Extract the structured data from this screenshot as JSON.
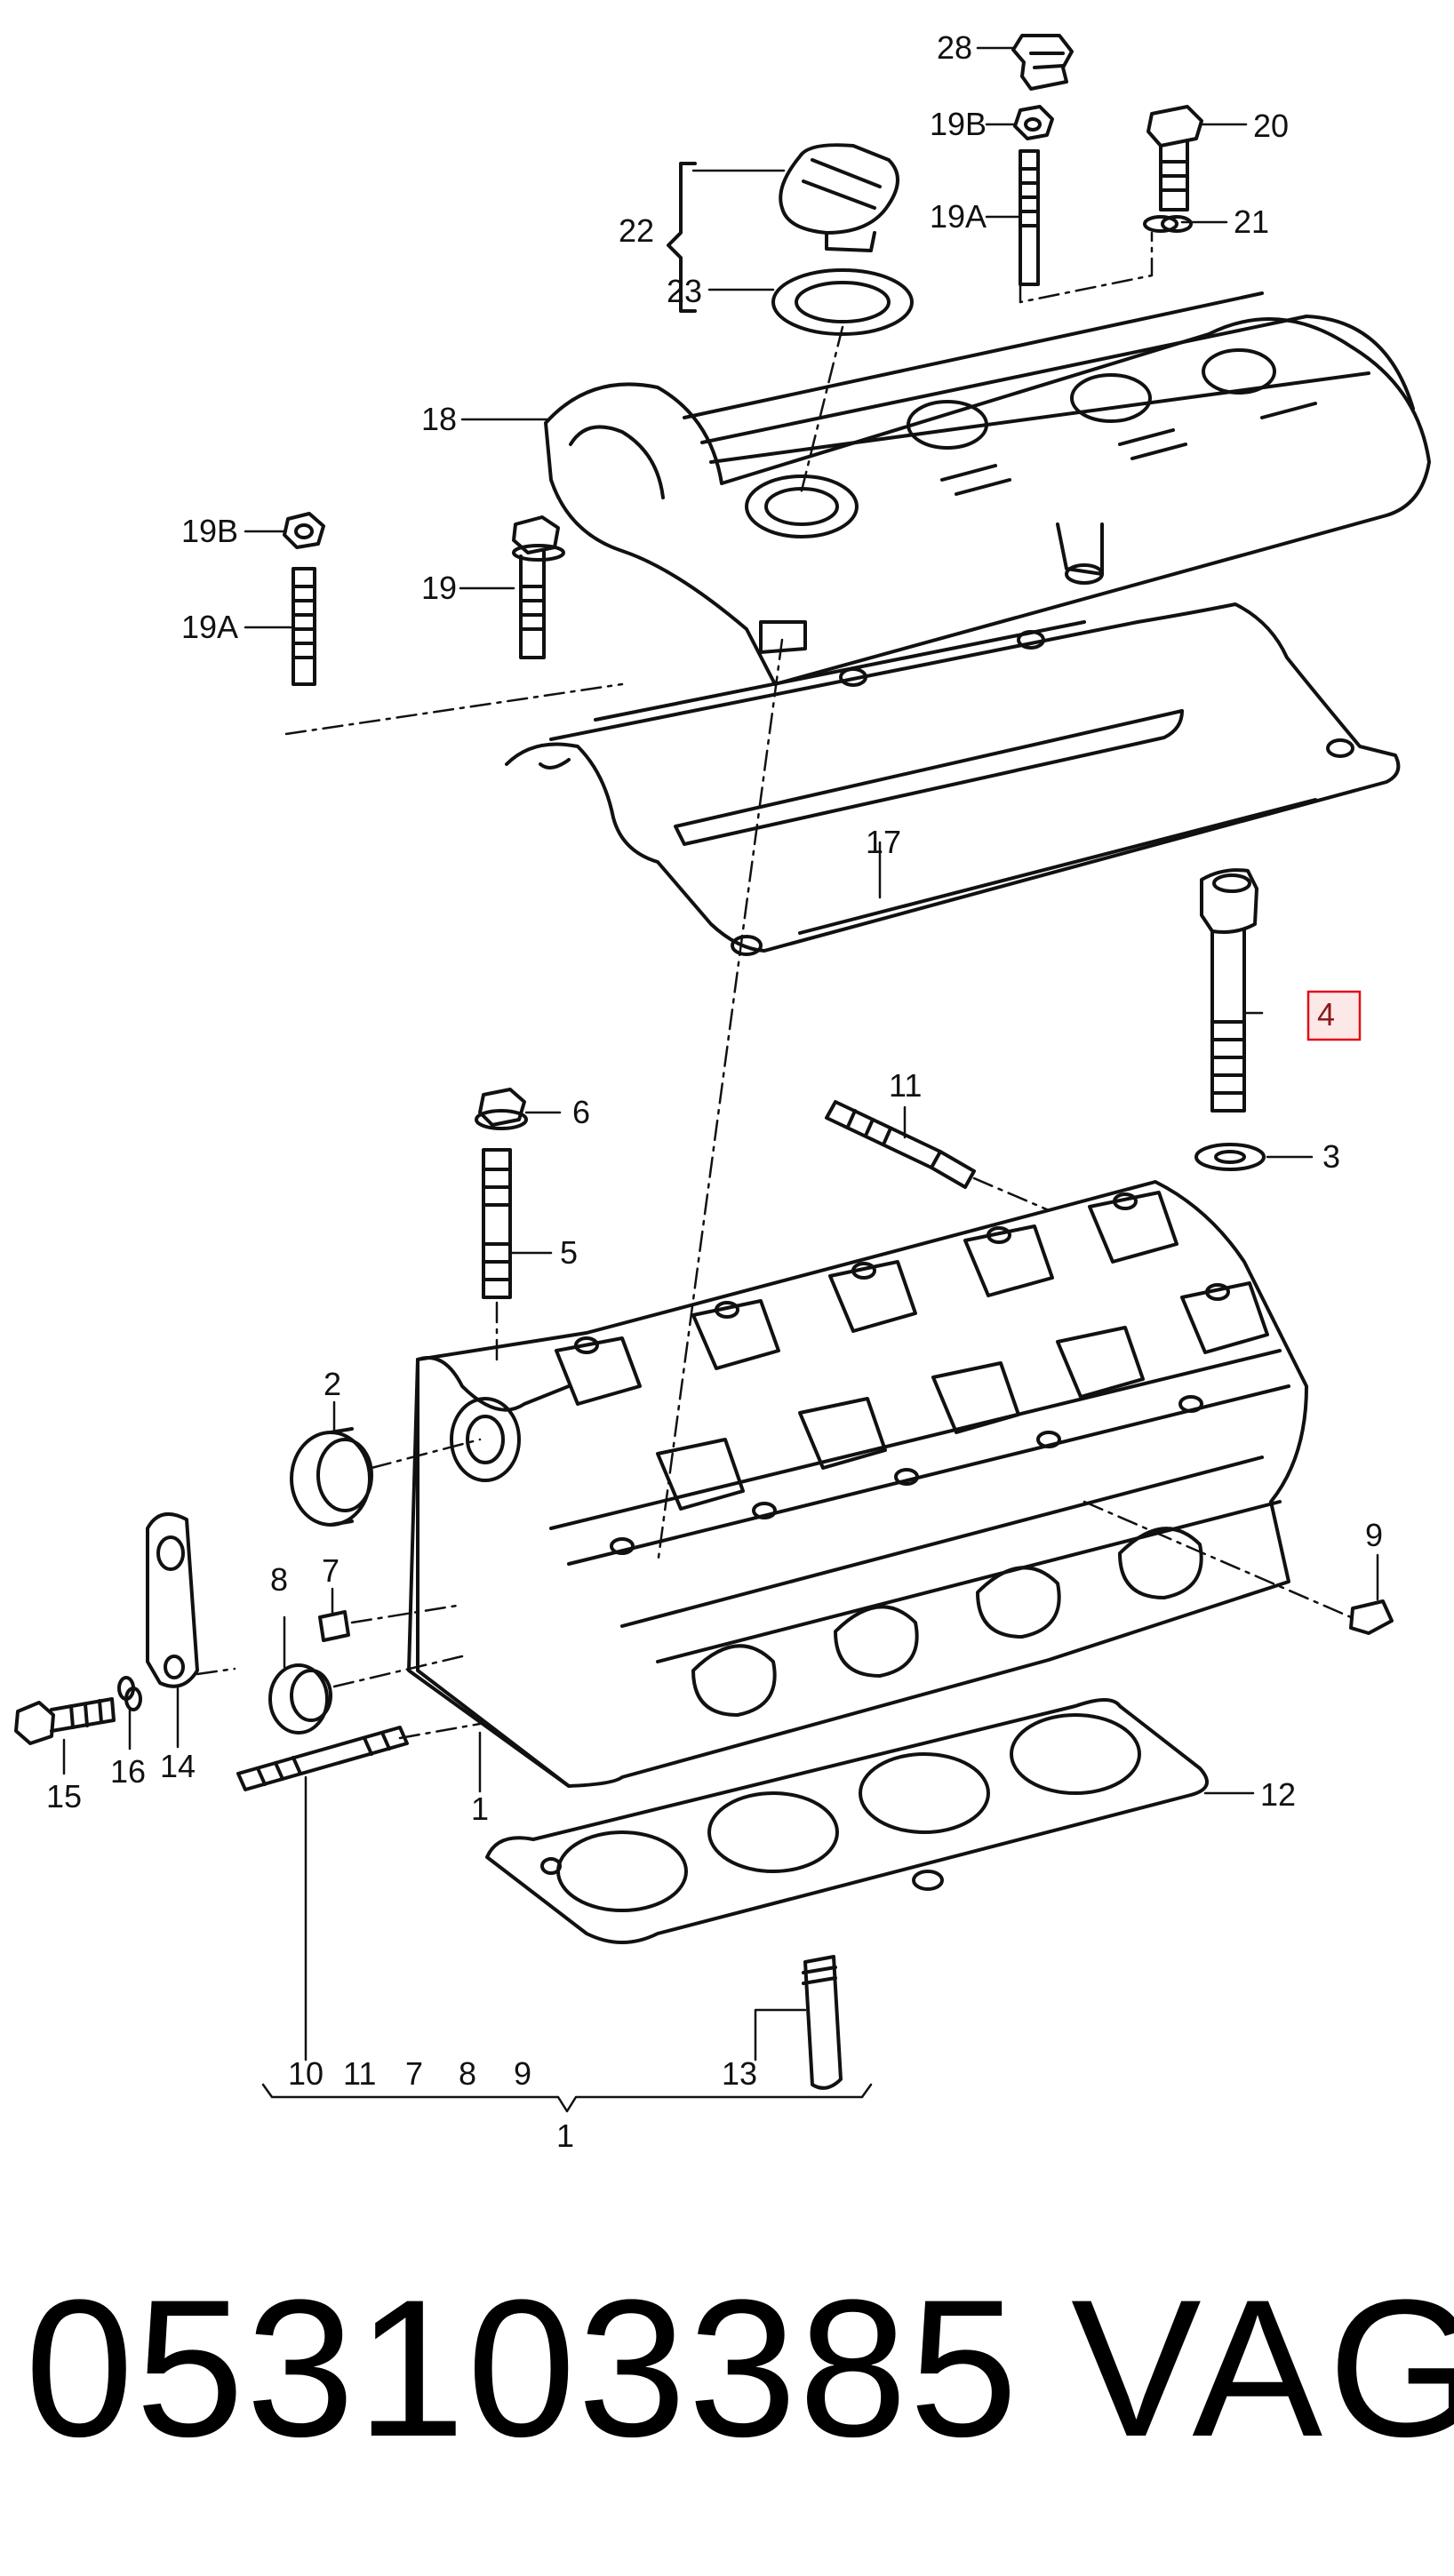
{
  "callouts": {
    "c28": "28",
    "c19b_top": "19B",
    "c20": "20",
    "c22": "22",
    "c19a_top": "19A",
    "c21": "21",
    "c23": "23",
    "c18": "18",
    "c19b_left": "19B",
    "c19": "19",
    "c19a_left": "19A",
    "c17": "17",
    "c4": "4",
    "c11_top": "11",
    "c6": "6",
    "c3": "3",
    "c5": "5",
    "c2": "2",
    "c9": "9",
    "c8": "8",
    "c7_side": "7",
    "c15": "15",
    "c16": "16",
    "c14": "14",
    "c1_side": "1",
    "c12": "12",
    "c10": "10",
    "c11_bottom": "11",
    "c7_bottom": "7",
    "c8_bottom": "8",
    "c9_bottom": "9",
    "c13": "13",
    "c1_group": "1"
  },
  "highlight": {
    "color": "#e0101a"
  },
  "footer": {
    "part_number": "053103385",
    "brand": "VAG"
  }
}
